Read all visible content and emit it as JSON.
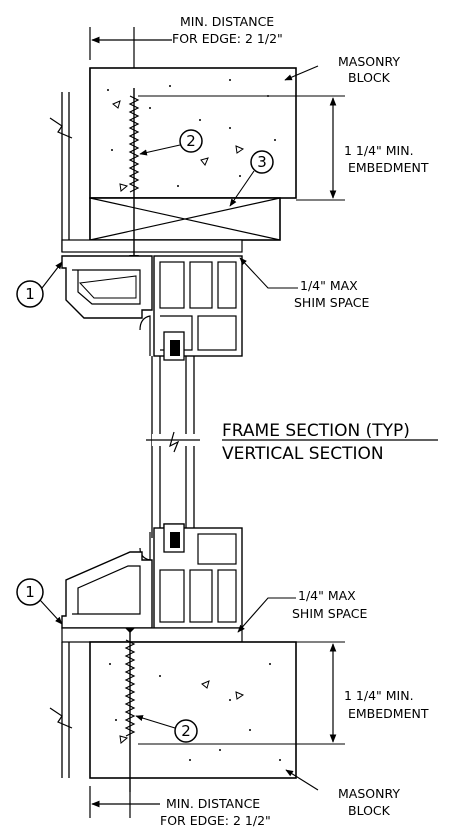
{
  "title": {
    "line1": "FRAME SECTION (TYP)",
    "line2": "VERTICAL SECTION"
  },
  "top": {
    "min_distance_line1": "MIN. DISTANCE",
    "min_distance_line2": "FOR EDGE: 2 1/2\"",
    "masonry_line1": "MASONRY",
    "masonry_line2": "BLOCK",
    "embed_line1": "1 1/4\" MIN.",
    "embed_line2": "EMBEDMENT",
    "shim_line1": "1/4\" MAX",
    "shim_line2": "SHIM SPACE",
    "callout_1": "1",
    "callout_2": "2",
    "callout_3": "3"
  },
  "bottom": {
    "shim_line1": "1/4\" MAX",
    "shim_line2": "SHIM SPACE",
    "embed_line1": "1 1/4\" MIN.",
    "embed_line2": "EMBEDMENT",
    "masonry_line1": "MASONRY",
    "masonry_line2": "BLOCK",
    "min_distance_line1": "MIN. DISTANCE",
    "min_distance_line2": "FOR EDGE: 2 1/2\"",
    "callout_1": "1",
    "callout_2": "2"
  }
}
